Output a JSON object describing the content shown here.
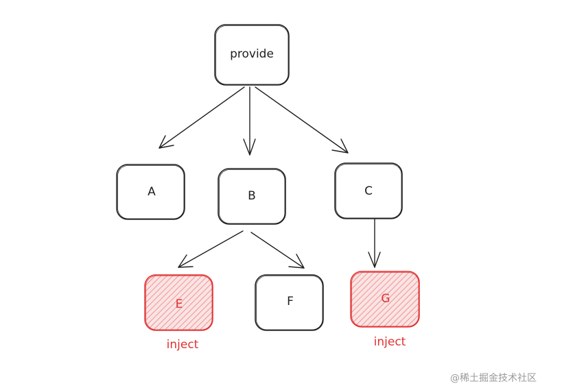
{
  "nodes": {
    "provide": "provide",
    "a": "A",
    "b": "B",
    "c": "C",
    "e": "E",
    "f": "F",
    "g": "G"
  },
  "labels": {
    "inject_e": "inject",
    "inject_g": "inject"
  },
  "highlight_color": "#e03131",
  "stroke_color": "#1e1e1e",
  "watermark": "@稀土掘金技术社区"
}
